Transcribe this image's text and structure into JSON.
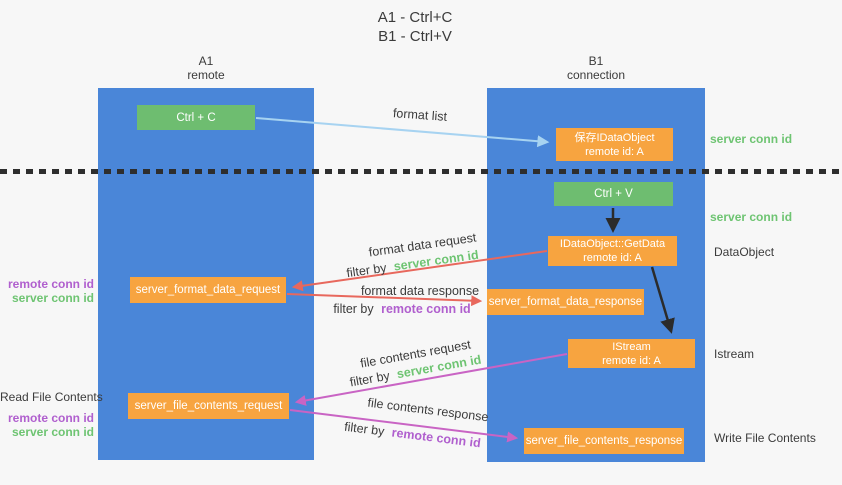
{
  "title": {
    "line1": "A1 - Ctrl+C",
    "line2": "B1 - Ctrl+V"
  },
  "lanes": {
    "left": {
      "name": "A1",
      "role": "remote"
    },
    "right": {
      "name": "B1",
      "role": "connection"
    }
  },
  "nodes": {
    "ctrl_c": "Ctrl + C",
    "save_idataobject": {
      "line1": "保存IDataObject",
      "line2": "remote id: A"
    },
    "ctrl_v": "Ctrl + V",
    "getdata": {
      "line1": "IDataObject::GetData",
      "line2": "remote id: A"
    },
    "format_request": "server_format_data_request",
    "format_response": "server_format_data_response",
    "istream": {
      "line1": "IStream",
      "line2": "remote id: A"
    },
    "file_request": "server_file_contents_request",
    "file_response": "server_file_contents_response"
  },
  "flow_labels": {
    "format_list": "format list",
    "format_data_request": "format data request",
    "format_data_response": "format data response",
    "file_contents_request": "file contents request",
    "file_contents_response": "file contents response",
    "filter_by": "filter by",
    "server_conn_id": "server conn id",
    "remote_conn_id": "remote conn id"
  },
  "side_labels": {
    "server_conn_id_top": "server conn id",
    "server_conn_id_mid": "server conn id",
    "dataobject": "DataObject",
    "istream": "Istream",
    "write_file_contents": "Write File Contents",
    "read_file_contents": "Read File Contents",
    "remote_conn_id": "remote conn id",
    "server_conn_id": "server conn id"
  },
  "colors": {
    "lane_blue": "#4a86d8",
    "box_green": "#6ebd70",
    "box_orange": "#f7a440",
    "ink": "#3b3b3b",
    "green_text": "#6ec472",
    "purple_text": "#b05fce",
    "arrow_red": "#e8685d",
    "arrow_magenta": "#c964c4",
    "arrow_blue": "#a7d3f1",
    "arrow_black": "#2b2b2b",
    "background": "#f7f7f7"
  }
}
